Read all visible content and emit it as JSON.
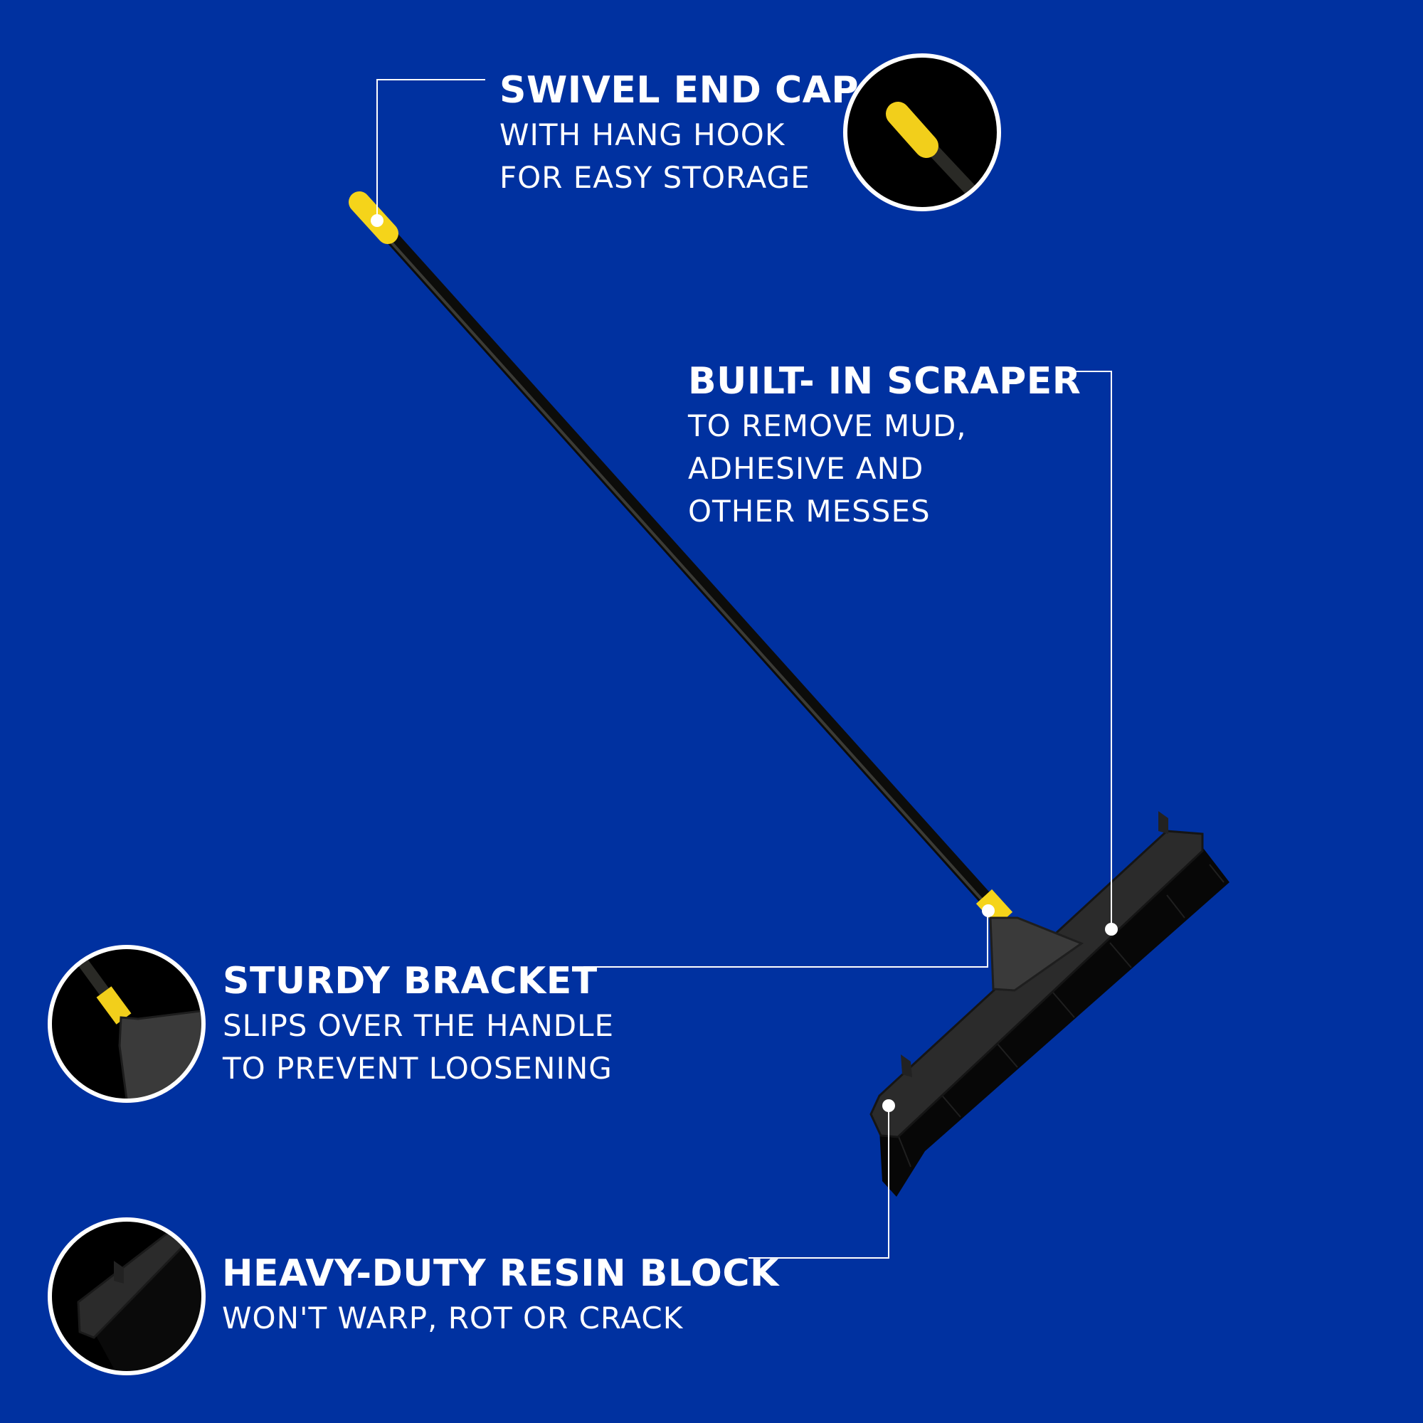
{
  "colors": {
    "background": "#0031a0",
    "text": "#ffffff",
    "handle": "#161410",
    "accent_yellow": "#f5d41a",
    "block": "#2a2a2a",
    "bristles": "#080808"
  },
  "callouts": [
    {
      "id": "swivel-end-cap",
      "title": "SWIVEL END CAP",
      "lines": [
        "WITH HANG HOOK",
        "FOR EASY STORAGE"
      ]
    },
    {
      "id": "built-in-scraper",
      "title": "BUILT- IN SCRAPER",
      "lines": [
        "TO REMOVE MUD,",
        "ADHESIVE AND",
        "OTHER MESSES"
      ]
    },
    {
      "id": "sturdy-bracket",
      "title": "STURDY BRACKET",
      "lines": [
        "SLIPS OVER THE HANDLE",
        "TO PREVENT LOOSENING"
      ]
    },
    {
      "id": "resin-block",
      "title": "HEAVY-DUTY RESIN BLOCK",
      "lines": [
        "WON'T WARP, ROT OR CRACK"
      ]
    }
  ]
}
